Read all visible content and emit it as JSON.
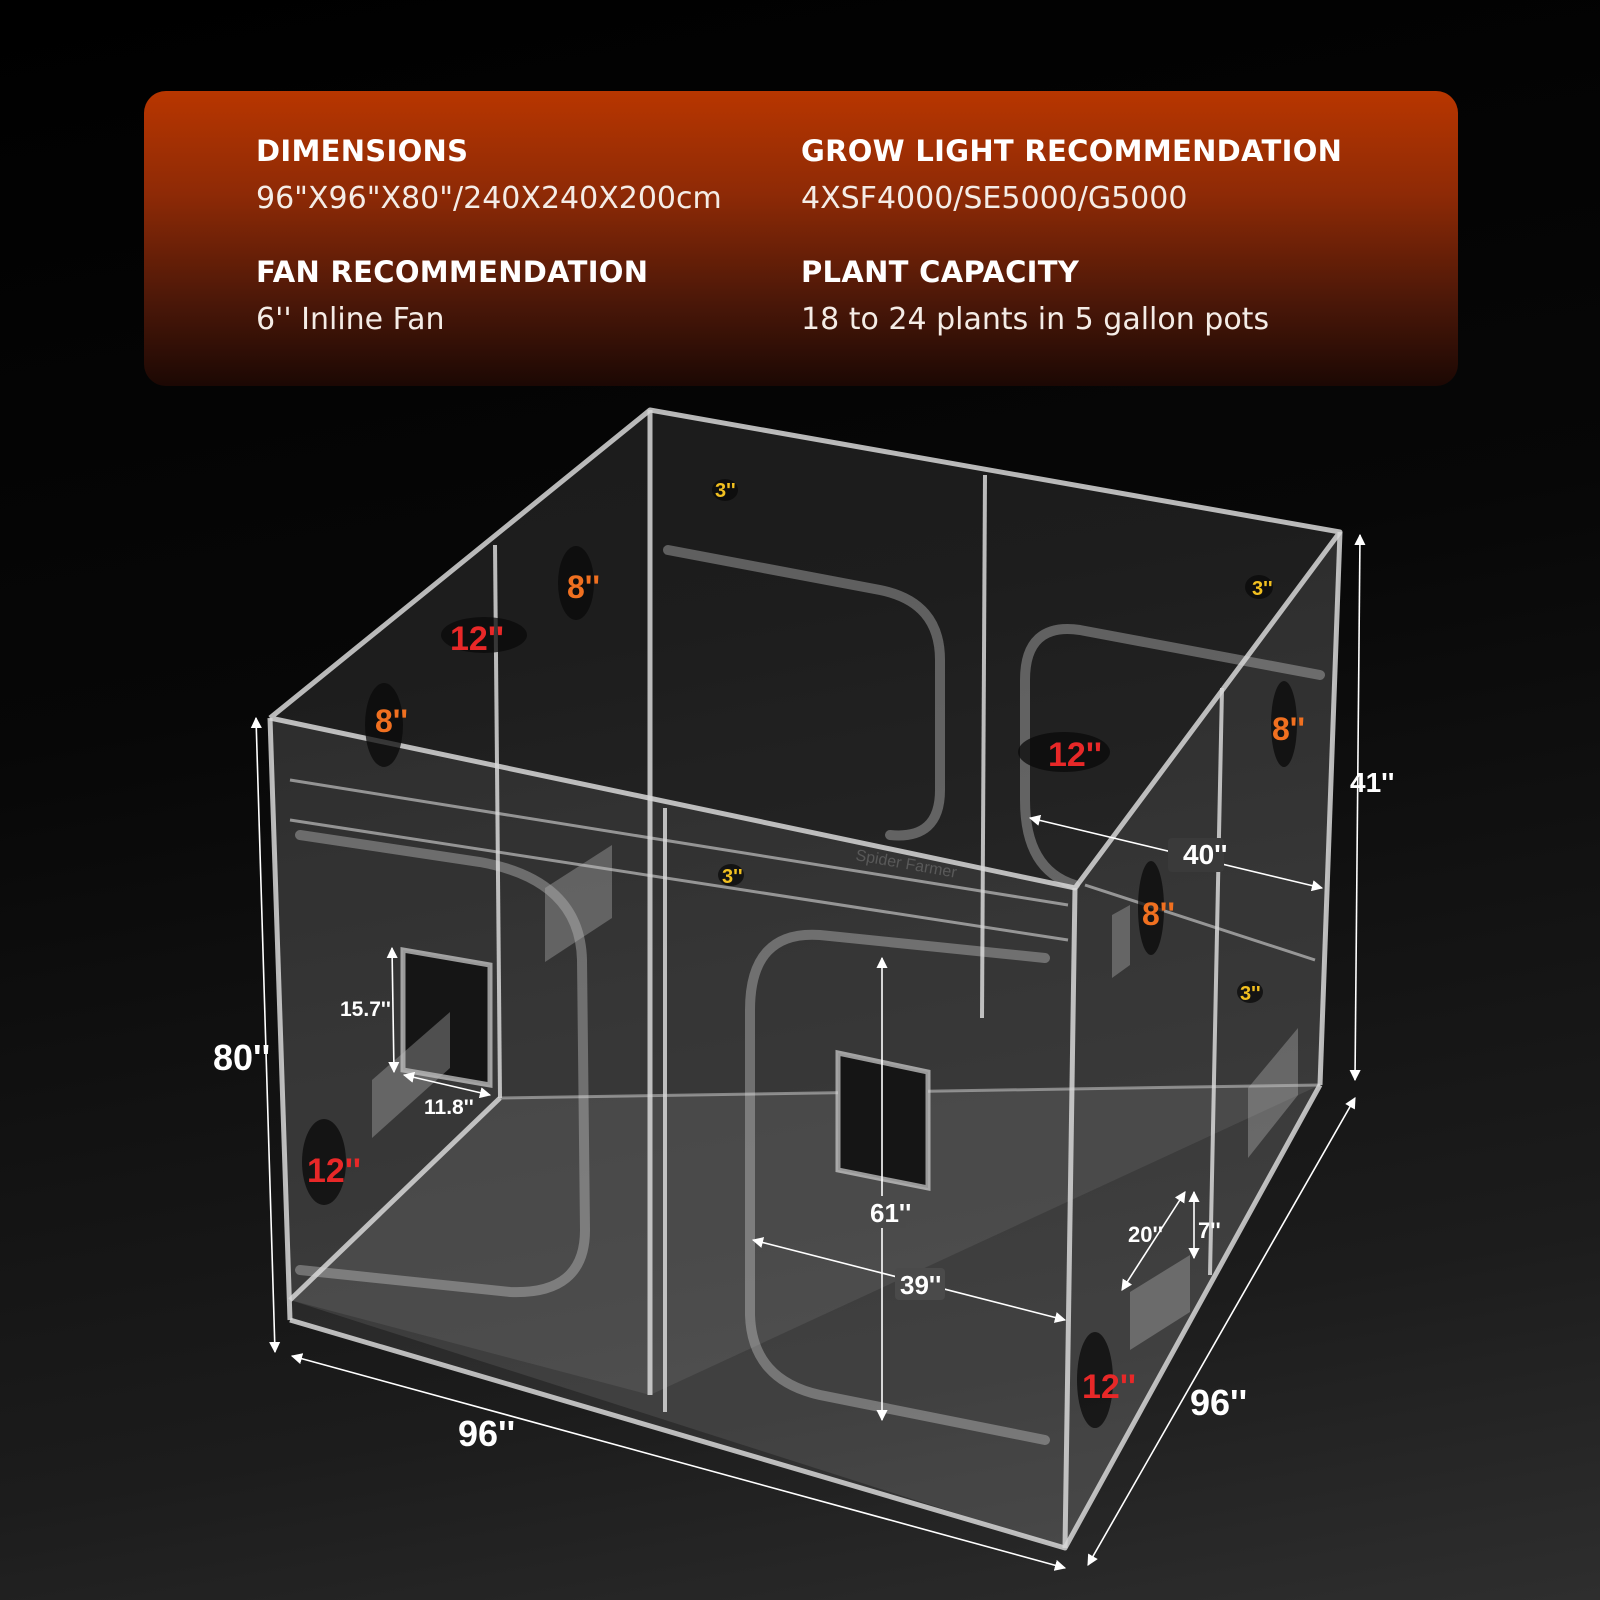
{
  "specs": {
    "dimensions": {
      "heading": "DIMENSIONS",
      "value": "96\"X96\"X80\"/240X240X200cm"
    },
    "grow_light": {
      "heading": "GROW LIGHT RECOMMENDATION",
      "value": "4XSF4000/SE5000/G5000"
    },
    "fan": {
      "heading": "FAN RECOMMENDATION",
      "value": "6'' Inline Fan"
    },
    "plant_capacity": {
      "heading": "PLANT CAPACITY",
      "value": "18 to 24 plants in 5 gallon pots"
    }
  },
  "tent": {
    "brand_text": "Spider Farmer",
    "port_labels": {
      "top_3_a": "3''",
      "top_3_b": "3''",
      "mid_3": "3''",
      "right_3": "3''",
      "port_8_a": "8''",
      "port_8_b": "8''",
      "port_8_c": "8''",
      "port_8_d": "8''",
      "port_12_a": "12''",
      "port_12_b": "12''",
      "port_12_c": "12''",
      "port_12_d": "12''"
    },
    "measurements": {
      "height": "80''",
      "front_width": "96''",
      "side_depth": "96''",
      "right_height": "41''",
      "top_door_width": "40''",
      "door_height": "61''",
      "door_width": "39''",
      "window_height": "15.7''",
      "window_width": "11.8''",
      "vent_width": "20''",
      "vent_height": "7''"
    },
    "colors": {
      "port_3": "#f2c020",
      "port_8": "#f07020",
      "port_12": "#e82828"
    }
  }
}
